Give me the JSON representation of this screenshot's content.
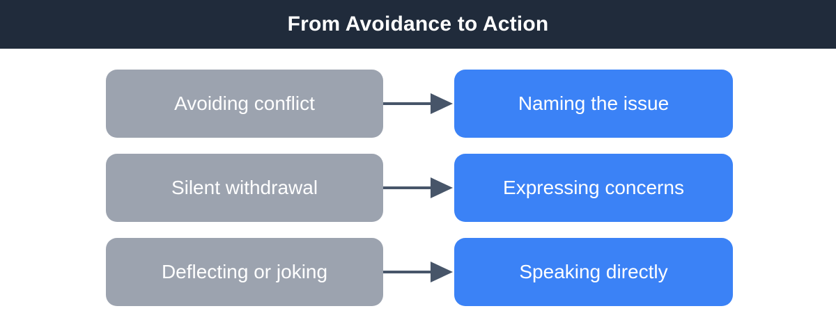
{
  "title_bar": {
    "title": "From Avoidance to Action"
  },
  "diagram": {
    "rows": [
      {
        "from_label": "Avoiding conflict",
        "to_label": "Naming the issue"
      },
      {
        "from_label": "Silent withdrawal",
        "to_label": "Expressing concerns"
      },
      {
        "from_label": "Deflecting or joking",
        "to_label": "Speaking directly"
      }
    ]
  },
  "icons": {
    "arrow": "right-arrow"
  },
  "colors": {
    "header_bg": "#202b3b",
    "from_box_bg": "#9ca3af",
    "to_box_bg": "#3b82f6",
    "arrow": "#475569",
    "text": "#ffffff",
    "page_bg": "#ffffff"
  }
}
